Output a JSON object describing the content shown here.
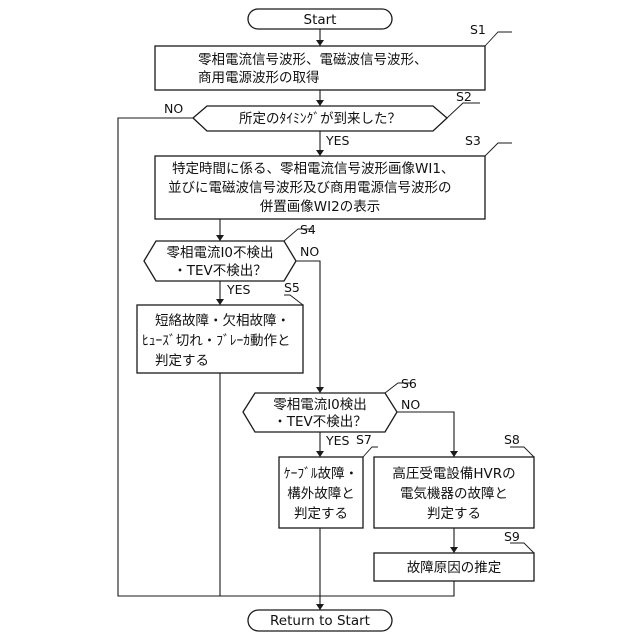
{
  "terminals": {
    "start": "Start",
    "end": "Return to Start"
  },
  "steps": {
    "s1": {
      "id": "S1",
      "lines": [
        "零相電流信号波形、電磁波信号波形、",
        "商用電源波形の取得"
      ]
    },
    "s2": {
      "id": "S2",
      "lines": [
        "所定のﾀｲﾐﾝｸﾞが到来した？"
      ]
    },
    "s3": {
      "id": "S3",
      "lines": [
        "特定時間に係る、零相電流信号波形画像WI1、",
        "並びに電磁波信号波形及び商用電源信号波形の",
        "併置画像WI2の表示"
      ]
    },
    "s4": {
      "id": "S4",
      "lines": [
        "零相電流I0不検出",
        "・TEV不検出？"
      ]
    },
    "s5": {
      "id": "S5",
      "lines": [
        "短絡故障・欠相故障・",
        "ﾋｭｰｽﾞ切れ・ﾌﾞﾚｰｶ動作と",
        "判定する"
      ]
    },
    "s6": {
      "id": "S6",
      "lines": [
        "零相電流I0検出",
        "・TEV不検出？"
      ]
    },
    "s7": {
      "id": "S7",
      "lines": [
        "ｹｰﾌﾞﾙ故障・",
        "構外故障と",
        "判定する"
      ]
    },
    "s8": {
      "id": "S8",
      "lines": [
        "高圧受電設備HVRの",
        "電気機器の故障と",
        "判定する"
      ]
    },
    "s9": {
      "id": "S9",
      "lines": [
        "故障原因の推定"
      ]
    }
  },
  "branches": {
    "yes": "YES",
    "no": "NO"
  }
}
